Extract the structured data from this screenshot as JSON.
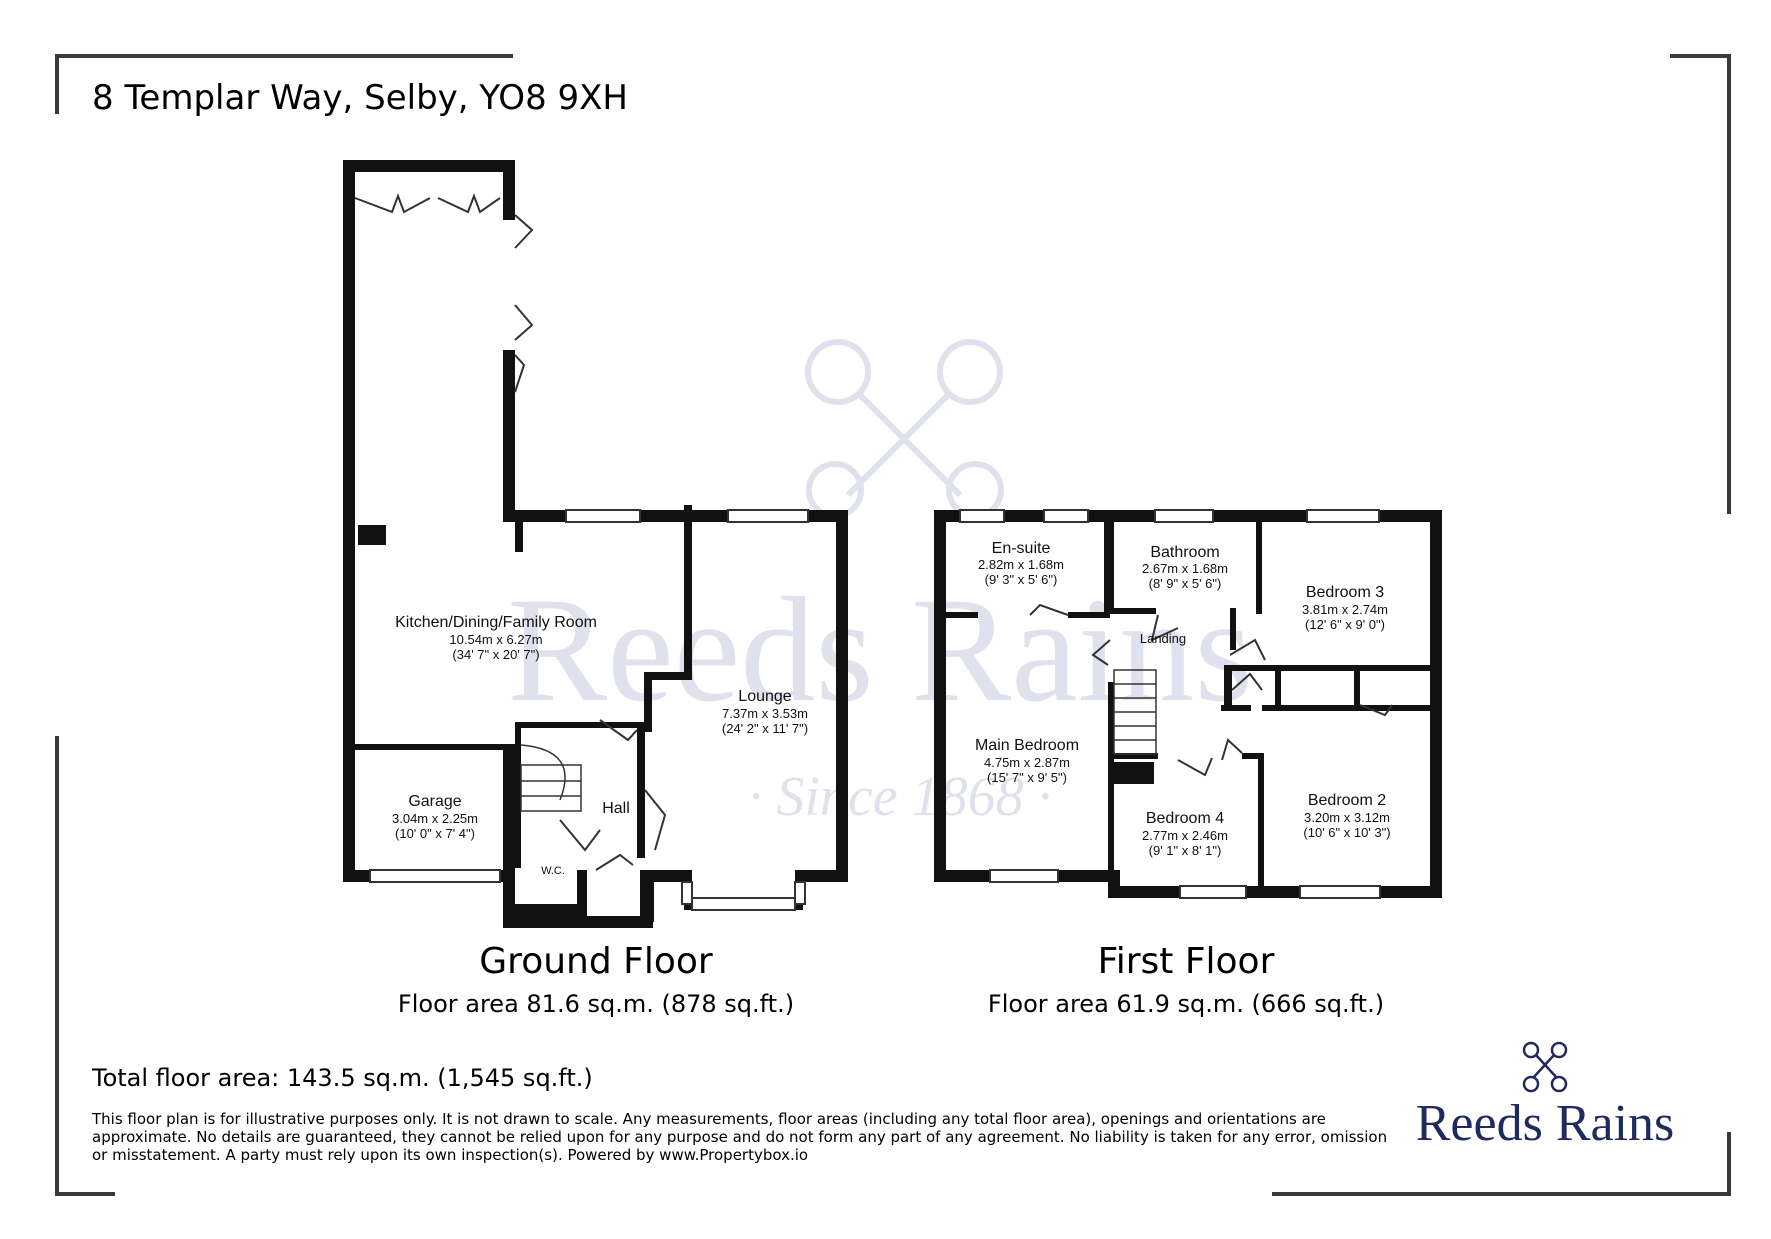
{
  "title": "8 Templar Way, Selby, YO8 9XH",
  "watermark": {
    "brand": "Reeds Rains",
    "tagline": "· Since 1868 ·"
  },
  "ground_floor": {
    "title": "Ground Floor",
    "area": "Floor area 81.6 sq.m. (878 sq.ft.)",
    "rooms": {
      "kitchen": {
        "name": "Kitchen/Dining/Family Room",
        "metric": "10.54m x 6.27m",
        "imperial": "(34' 7\" x 20' 7\")"
      },
      "lounge": {
        "name": "Lounge",
        "metric": "7.37m x 3.53m",
        "imperial": "(24' 2\" x 11' 7\")"
      },
      "garage": {
        "name": "Garage",
        "metric": "3.04m x 2.25m",
        "imperial": "(10' 0\" x 7' 4\")"
      },
      "hall": {
        "name": "Hall"
      },
      "wc": {
        "name": "W.C."
      }
    }
  },
  "first_floor": {
    "title": "First Floor",
    "area": "Floor area 61.9 sq.m. (666 sq.ft.)",
    "rooms": {
      "ensuite": {
        "name": "En-suite",
        "metric": "2.82m x 1.68m",
        "imperial": "(9' 3\" x 5' 6\")"
      },
      "bathroom": {
        "name": "Bathroom",
        "metric": "2.67m x 1.68m",
        "imperial": "(8' 9\" x 5' 6\")"
      },
      "bedroom3": {
        "name": "Bedroom 3",
        "metric": "3.81m x 2.74m",
        "imperial": "(12' 6\" x 9' 0\")"
      },
      "landing": {
        "name": "Landing"
      },
      "main": {
        "name": "Main Bedroom",
        "metric": "4.75m x 2.87m",
        "imperial": "(15' 7\" x 9' 5\")"
      },
      "bedroom4": {
        "name": "Bedroom 4",
        "metric": "2.77m x 2.46m",
        "imperial": "(9' 1\" x 8' 1\")"
      },
      "bedroom2": {
        "name": "Bedroom 2",
        "metric": "3.20m x 3.12m",
        "imperial": "(10' 6\" x 10' 3\")"
      }
    }
  },
  "total_area": "Total floor area: 143.5 sq.m. (1,545 sq.ft.)",
  "disclaimer": "This floor plan is for illustrative purposes only. It is not drawn to scale. Any measurements, floor areas (including any total floor area), openings and orientations are approximate. No details are guaranteed, they cannot be relied upon for any purpose and do not form any part of any agreement. No liability is taken for any error, omission or misstatement. A party must rely upon its own inspection(s). Powered by www.Propertybox.io",
  "logo": {
    "text": "Reeds Rains",
    "icon": "crossed-keys-icon"
  },
  "colors": {
    "wall": "#111111",
    "brand": "#1f2a5e",
    "watermark": "#dfe2ec",
    "frame": "#3a3a3a"
  }
}
